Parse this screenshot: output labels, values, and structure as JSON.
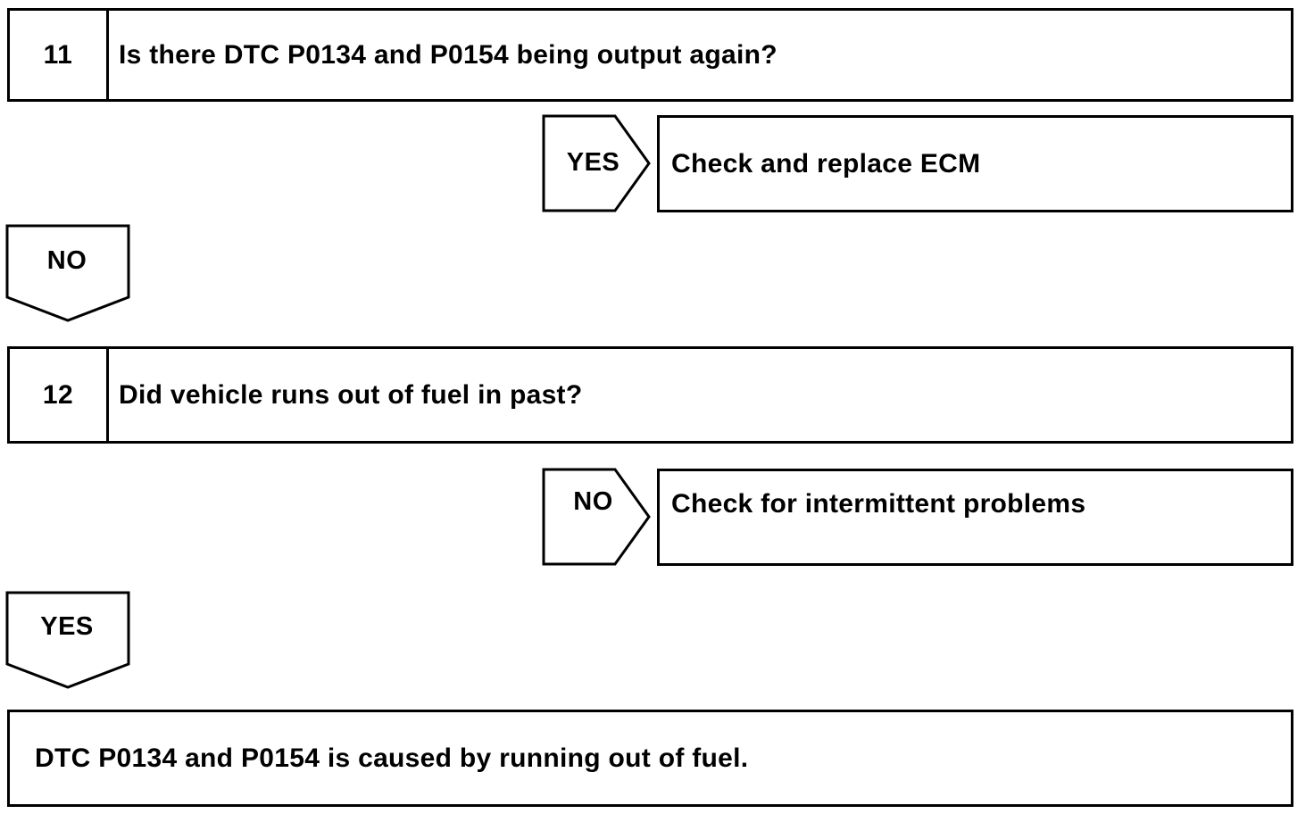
{
  "step11": {
    "number": "11",
    "question": "Is there DTC P0134 and P0154 being output again?",
    "yes_label": "YES",
    "yes_result": "Check and replace ECM",
    "no_label": "NO"
  },
  "step12": {
    "number": "12",
    "question": "Did vehicle runs out of fuel in past?",
    "no_label": "NO",
    "no_result": "Check for intermittent problems",
    "yes_label": "YES"
  },
  "conclusion": "DTC P0134 and P0154 is caused by running out of fuel."
}
